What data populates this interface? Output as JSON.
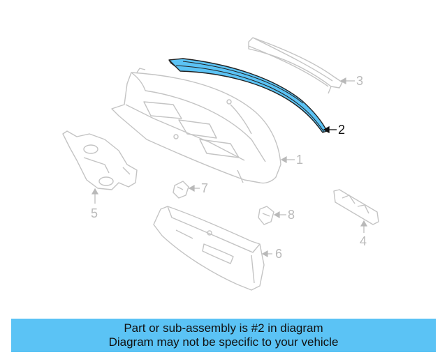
{
  "diagram": {
    "callouts": [
      {
        "id": "1",
        "label": "1",
        "highlighted": false
      },
      {
        "id": "2",
        "label": "2",
        "highlighted": true
      },
      {
        "id": "3",
        "label": "3",
        "highlighted": false
      },
      {
        "id": "4",
        "label": "4",
        "highlighted": false
      },
      {
        "id": "5",
        "label": "5",
        "highlighted": false
      },
      {
        "id": "6",
        "label": "6",
        "highlighted": false
      },
      {
        "id": "7",
        "label": "7",
        "highlighted": false
      },
      {
        "id": "8",
        "label": "8",
        "highlighted": false
      }
    ],
    "colors": {
      "ghost_line": "#c4c4c4",
      "highlight_fill": "#5bc3f5",
      "highlight_line": "#222222",
      "caption_bg": "#5bc3f5"
    }
  },
  "caption": {
    "line1": "Part or sub-assembly is #2 in diagram",
    "line2": "Diagram may not be specific to your vehicle"
  }
}
